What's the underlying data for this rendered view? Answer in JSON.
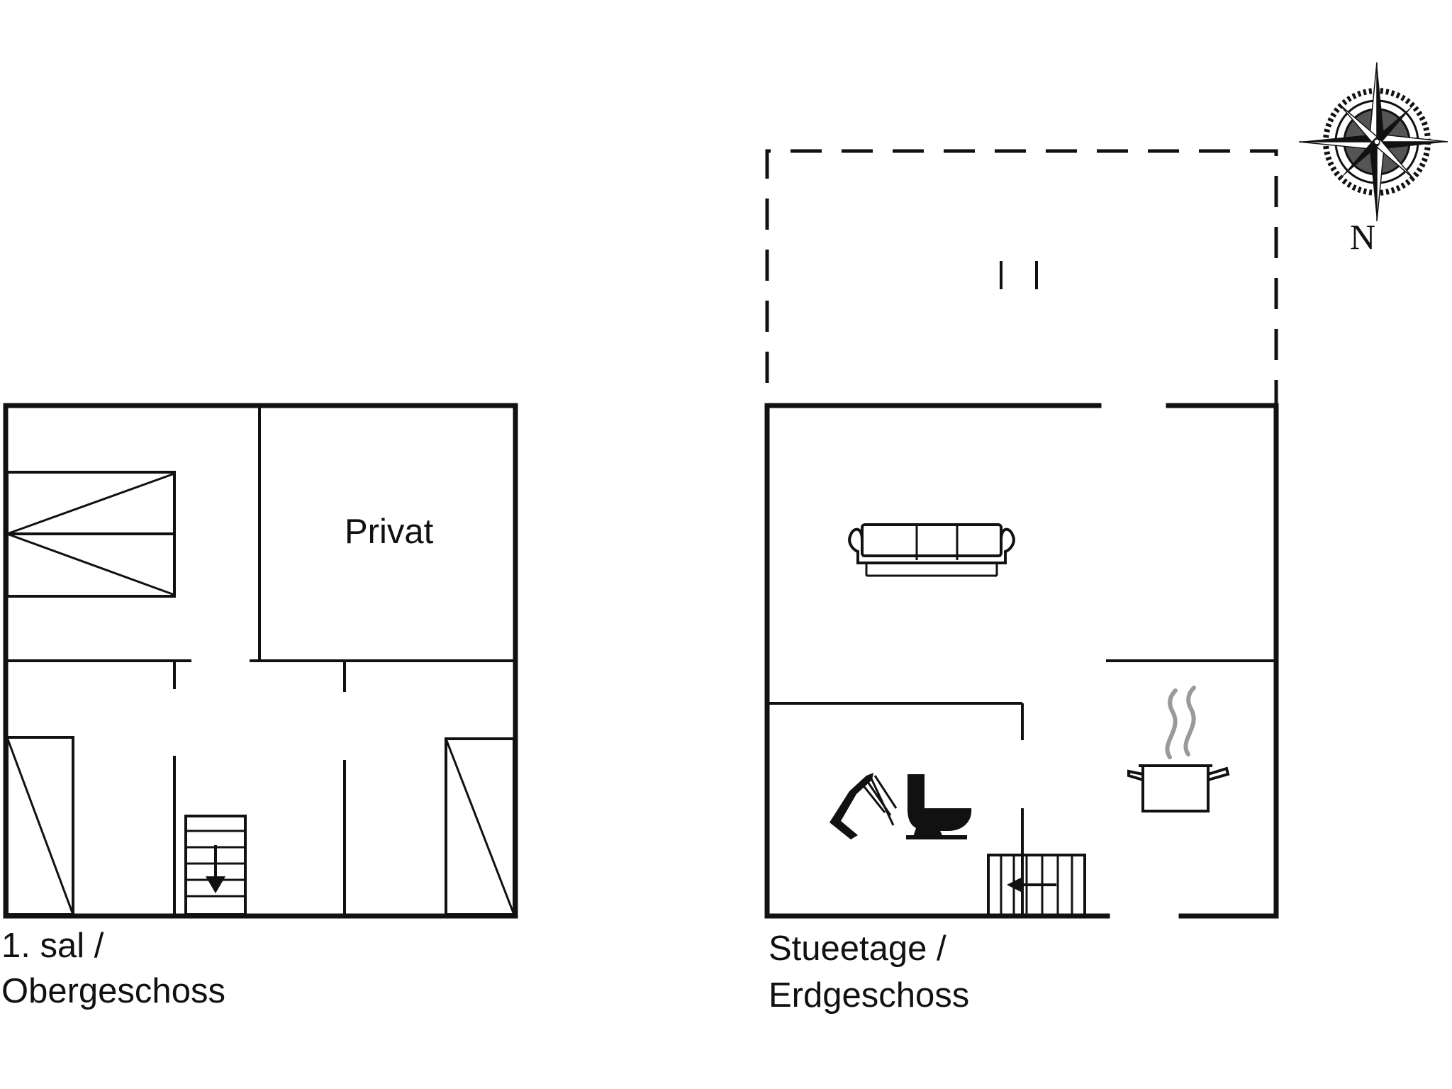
{
  "upper_floor": {
    "label_line1": "1. sal /",
    "label_line2": "Obergeschoss",
    "room_private": "Privat"
  },
  "ground_floor": {
    "label_line1": "Stueetage /",
    "label_line2": "Erdgeschoss"
  },
  "compass": {
    "north_label": "N"
  },
  "colors": {
    "line": "#111111",
    "steam": "#9a9a9a",
    "background": "#ffffff"
  }
}
